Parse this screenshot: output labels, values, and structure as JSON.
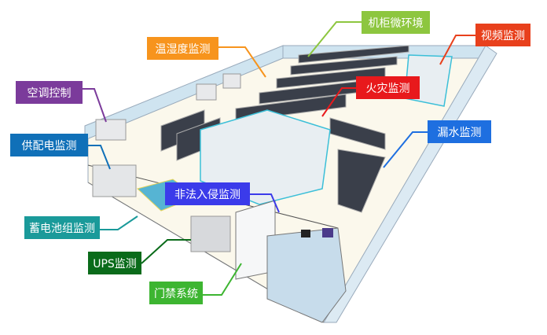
{
  "labels": {
    "cabinet_env": {
      "text": "机柜微环境",
      "color": "#8DC63F"
    },
    "temp_humidity": {
      "text": "温湿度监测",
      "color": "#F7941D"
    },
    "video": {
      "text": "视频监测",
      "color": "#E8401C"
    },
    "ac_control": {
      "text": "空调控制",
      "color": "#7B3B9B"
    },
    "fire": {
      "text": "火灾监测",
      "color": "#E8191C"
    },
    "power": {
      "text": "供配电监测",
      "color": "#1070B8"
    },
    "water_leak": {
      "text": "漏水监测",
      "color": "#1E6FE0"
    },
    "intrusion": {
      "text": "非法入侵监测",
      "color": "#3B3BEA"
    },
    "battery": {
      "text": "蓄电池组监测",
      "color": "#1A9A9A"
    },
    "ups": {
      "text": "UPS监测",
      "color": "#0A6B1A"
    },
    "access": {
      "text": "门禁系统",
      "color": "#3DB531"
    }
  }
}
